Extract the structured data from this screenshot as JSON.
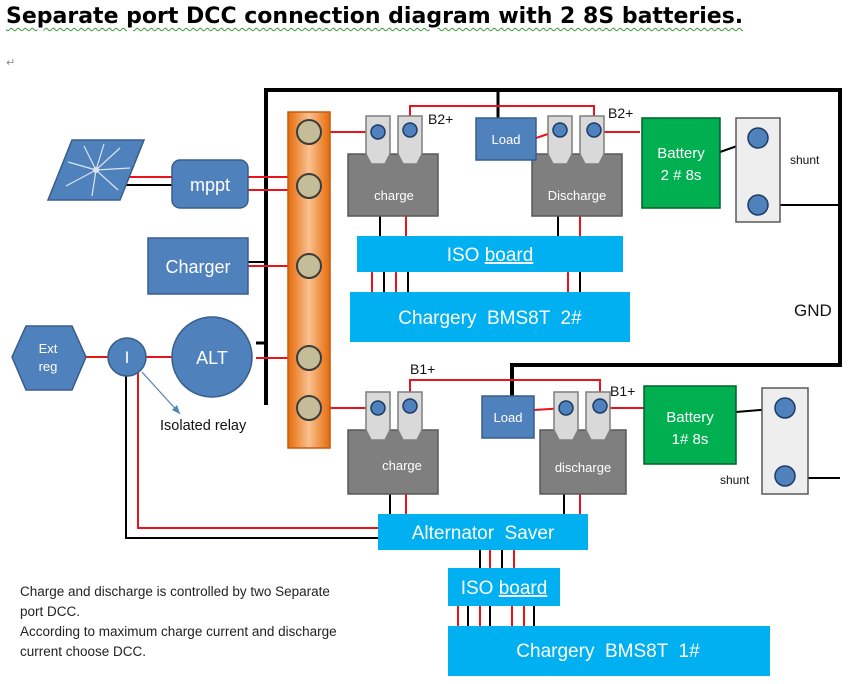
{
  "title": "Separate port DCC connection diagram with 2 8S batteries.",
  "paragraph_mark": "↵",
  "components": {
    "mppt": "mppt",
    "charger": "Charger",
    "ext_reg": [
      "Ext",
      "reg"
    ],
    "relay_symbol": "I",
    "alt": "ALT",
    "isolated_relay": "Isolated relay",
    "load": "Load",
    "charge": "charge",
    "discharge_top": "Discharge",
    "discharge_bottom": "discharge",
    "b2_plus": "B2+",
    "b1_plus": "B1+",
    "battery2": [
      "Battery",
      "2 # 8s"
    ],
    "battery1": [
      "Battery",
      "1# 8s"
    ],
    "shunt": "shunt",
    "gnd": "GND",
    "iso_board_prefix": "ISO ",
    "iso_board_word": "board",
    "bms2": "Chargery  BMS8T  2#",
    "alternator_saver": "Alternator  Saver",
    "bms1": "Chargery  BMS8T  1#"
  },
  "notes": [
    "Charge and discharge is controlled by two Separate",
    "port DCC.",
    "According to maximum charge current and discharge",
    "current choose  DCC."
  ],
  "colors": {
    "panel_blue": "#4f81bd",
    "panel_stroke": "#385d8a",
    "box_blue": "#00b0f0",
    "gray_block": "#7f7f7f",
    "busbar_orange": "#f79646",
    "battery_green": "#00b050",
    "wire_red": "#e8141b",
    "wire_black": "#000000"
  }
}
